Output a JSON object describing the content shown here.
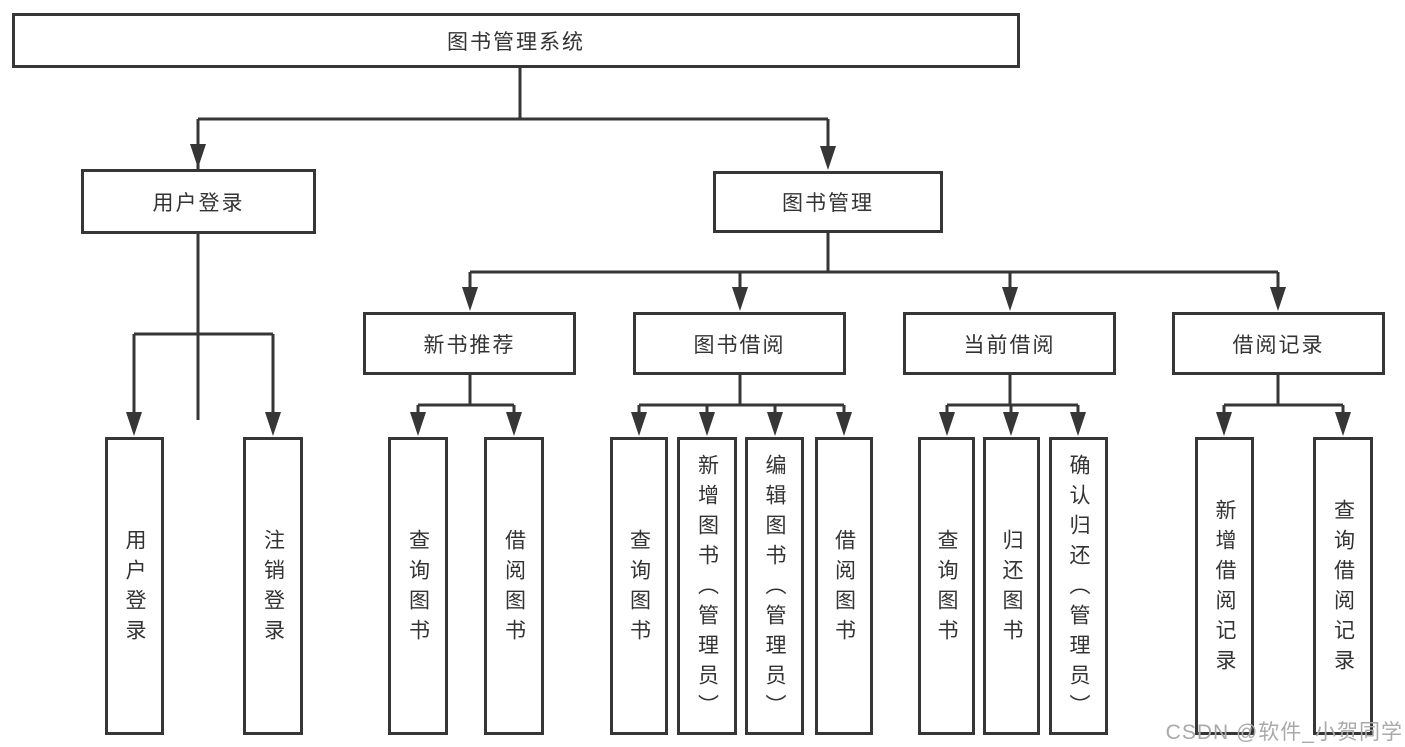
{
  "diagram": {
    "root": {
      "label": "图书管理系统"
    },
    "level1": [
      {
        "label": "用户登录"
      },
      {
        "label": "图书管理"
      }
    ],
    "level2": [
      {
        "label": "新书推荐"
      },
      {
        "label": "图书借阅"
      },
      {
        "label": "当前借阅"
      },
      {
        "label": "借阅记录"
      }
    ],
    "leaves": [
      {
        "label": "用户登录"
      },
      {
        "label": "注销登录"
      },
      {
        "label": "查询图书"
      },
      {
        "label": "借阅图书"
      },
      {
        "label": "查询图书"
      },
      {
        "label": "新增图书（管理员）"
      },
      {
        "label": "编辑图书（管理员）"
      },
      {
        "label": "借阅图书"
      },
      {
        "label": "查询图书"
      },
      {
        "label": "归还图书"
      },
      {
        "label": "确认归还（管理员）"
      },
      {
        "label": "新增借阅记录"
      },
      {
        "label": "查询借阅记录"
      }
    ],
    "hierarchy": {
      "图书管理系统": [
        "用户登录",
        "图书管理"
      ],
      "用户登录": [
        "用户登录",
        "注销登录"
      ],
      "图书管理": [
        "新书推荐",
        "图书借阅",
        "当前借阅",
        "借阅记录"
      ],
      "新书推荐": [
        "查询图书",
        "借阅图书"
      ],
      "图书借阅": [
        "查询图书",
        "新增图书（管理员）",
        "编辑图书（管理员）",
        "借阅图书"
      ],
      "当前借阅": [
        "查询图书",
        "归还图书",
        "确认归还（管理员）"
      ],
      "借阅记录": [
        "新增借阅记录",
        "查询借阅记录"
      ]
    }
  },
  "watermark": {
    "text": "CSDN @软件_小贺同学"
  },
  "colors": {
    "line": "#363636",
    "box_border": "#363636",
    "box_fill": "#ffffff",
    "text": "#333333",
    "watermark": "#a9a9a9",
    "background": "#ffffff"
  }
}
